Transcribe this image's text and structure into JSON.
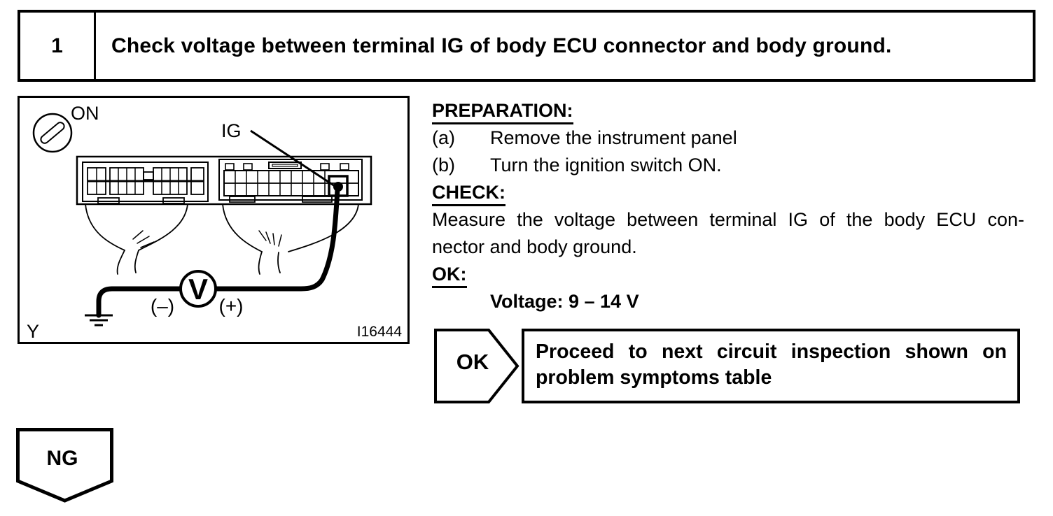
{
  "page": {
    "background": "#ffffff",
    "ink": "#000000"
  },
  "header": {
    "step_number": "1",
    "title": "Check voltage between terminal IG of body ECU connector and body ground."
  },
  "figure": {
    "ignition_switch_label": "ON",
    "terminal_label": "IG",
    "voltmeter_label": "V",
    "negative_probe_label": "(–)",
    "positive_probe_label": "(+)",
    "corner_mark": "Y",
    "figure_code": "I16444"
  },
  "instructions": {
    "preparation_heading": "PREPARATION:",
    "preparation_steps": [
      {
        "label": "(a)",
        "text": "Remove the instrument panel"
      },
      {
        "label": "(b)",
        "text": "Turn the ignition switch ON."
      }
    ],
    "check_heading": "CHECK:",
    "check_text_line1": "Measure the voltage between terminal IG of the body ECU con-",
    "check_text_line2": "nector and body ground.",
    "ok_heading": "OK:",
    "ok_specification": "Voltage: 9 – 14 V"
  },
  "ok_branch": {
    "label": "OK",
    "action_line1": "Proceed to next circuit inspection shown on",
    "action_line2": "problem symptoms table"
  },
  "ng_branch": {
    "label": "NG"
  }
}
